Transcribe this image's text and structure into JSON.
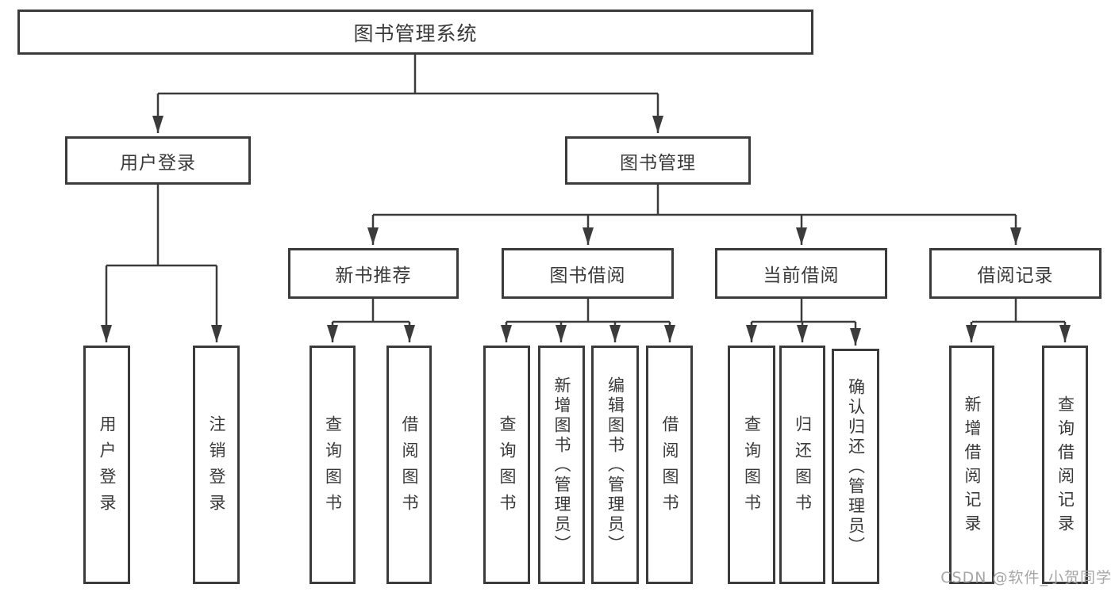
{
  "tree": {
    "label": "图书管理系统",
    "children": [
      {
        "label": "用户登录",
        "children": [
          {
            "label": "用户登录"
          },
          {
            "label": "注销登录"
          }
        ]
      },
      {
        "label": "图书管理",
        "children": [
          {
            "label": "新书推荐",
            "children": [
              {
                "label": "查询图书"
              },
              {
                "label": "借阅图书"
              }
            ]
          },
          {
            "label": "图书借阅",
            "children": [
              {
                "label": "查询图书"
              },
              {
                "label": "新增图书（管理员）"
              },
              {
                "label": "编辑图书（管理员）"
              },
              {
                "label": "借阅图书"
              }
            ]
          },
          {
            "label": "当前借阅",
            "children": [
              {
                "label": "查询图书"
              },
              {
                "label": "归还图书"
              },
              {
                "label": "确认归还（管理员）"
              }
            ]
          },
          {
            "label": "借阅记录",
            "children": [
              {
                "label": "新增借阅记录"
              },
              {
                "label": "查询借阅记录"
              }
            ]
          }
        ]
      }
    ]
  },
  "watermark": {
    "text": "CSDN @软件_小贺同学"
  },
  "colors": {
    "line": "#3b3b3b",
    "box_border": "#3b3b3b",
    "box_background": "#ffffff",
    "text": "#3a3a3a",
    "watermark": "#a6a6a6",
    "background": "#ffffff"
  }
}
